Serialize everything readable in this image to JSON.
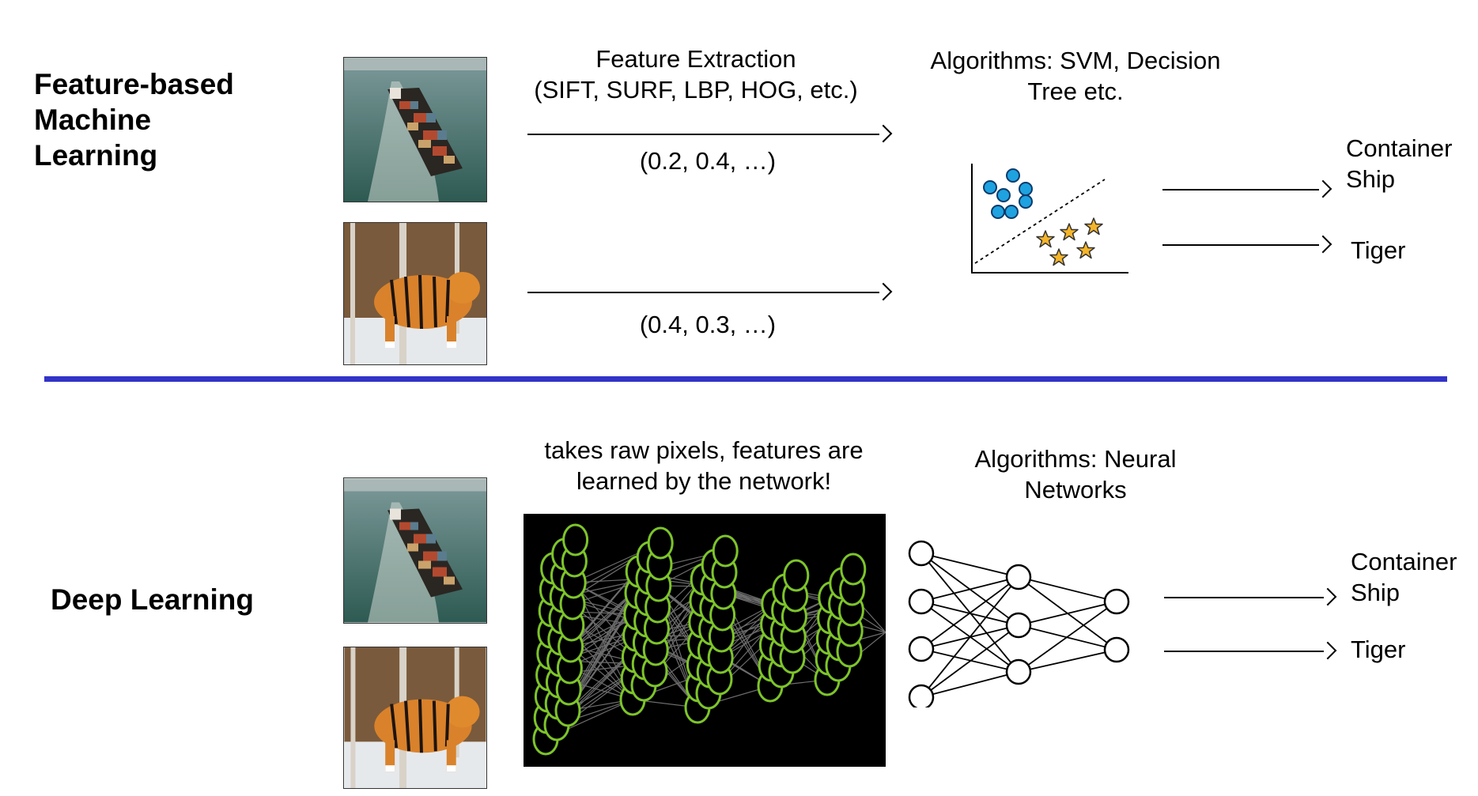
{
  "top": {
    "title_lines": [
      "Feature-based",
      "Machine",
      "Learning"
    ],
    "extraction_label": [
      "Feature Extraction",
      "(SIFT, SURF, LBP, HOG, etc.)"
    ],
    "vector_ship": "(0.2, 0.4, …)",
    "vector_tiger": "(0.4, 0.3, …)",
    "algorithms_label": [
      "Algorithms: SVM, Decision",
      "Tree etc."
    ],
    "output_ship": [
      "Container",
      "Ship"
    ],
    "output_tiger": "Tiger"
  },
  "bottom": {
    "title": "Deep Learning",
    "caption": [
      "takes raw pixels, features are",
      "learned by the network!"
    ],
    "algorithms_label": [
      "Algorithms: Neural",
      "Networks"
    ],
    "output_ship": [
      "Container",
      "Ship"
    ],
    "output_tiger": "Tiger"
  },
  "colors": {
    "divider": "#3333c9",
    "circle_fill": "#1fa2e0",
    "star_fill": "#f5b52b",
    "neuron_green": "#7dc42a",
    "panel_bg": "#000000"
  },
  "icons": [
    "container-ship-photo",
    "tiger-photo",
    "svm-scatter-plot",
    "neural-network-visual",
    "neural-network-diagram"
  ]
}
